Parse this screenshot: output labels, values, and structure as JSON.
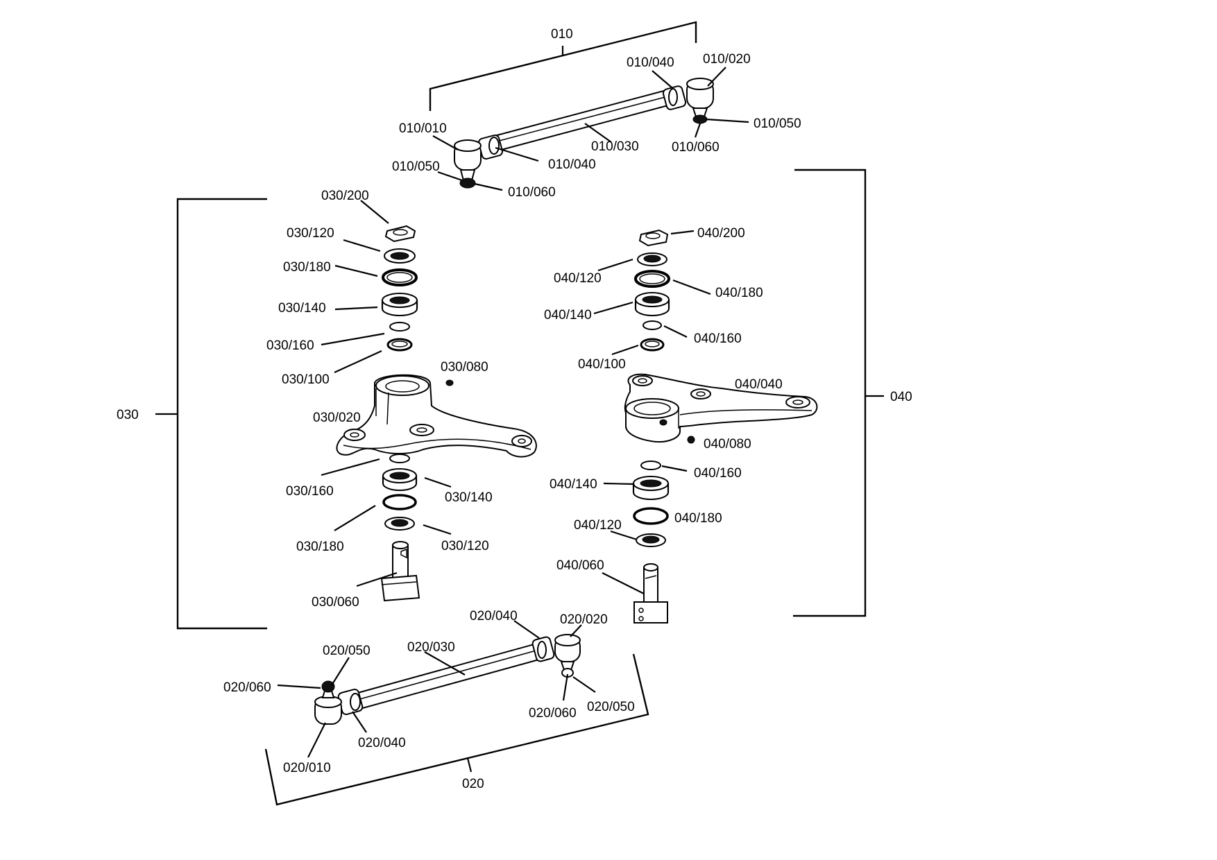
{
  "groups": {
    "g010": "010",
    "g020": "020",
    "g030": "030",
    "g040": "040"
  },
  "labels": {
    "p010_010": "010/010",
    "p010_020": "010/020",
    "p010_030": "010/030",
    "p010_040a": "010/040",
    "p010_040b": "010/040",
    "p010_050a": "010/050",
    "p010_050b": "010/050",
    "p010_060a": "010/060",
    "p010_060b": "010/060",
    "p020_010": "020/010",
    "p020_020": "020/020",
    "p020_030": "020/030",
    "p020_040a": "020/040",
    "p020_040b": "020/040",
    "p020_050a": "020/050",
    "p020_050b": "020/050",
    "p020_060a": "020/060",
    "p020_060b": "020/060",
    "p030_200": "030/200",
    "p030_120a": "030/120",
    "p030_180a": "030/180",
    "p030_140a": "030/140",
    "p030_160a": "030/160",
    "p030_100": "030/100",
    "p030_080": "030/080",
    "p030_020": "030/020",
    "p030_160b": "030/160",
    "p030_140b": "030/140",
    "p030_180b": "030/180",
    "p030_120b": "030/120",
    "p030_060": "030/060",
    "p040_200": "040/200",
    "p040_120a": "040/120",
    "p040_180a": "040/180",
    "p040_140a": "040/140",
    "p040_160a": "040/160",
    "p040_100": "040/100",
    "p040_040": "040/040",
    "p040_080": "040/080",
    "p040_160b": "040/160",
    "p040_140b": "040/140",
    "p040_180b": "040/180",
    "p040_120b": "040/120",
    "p040_060": "040/060"
  }
}
